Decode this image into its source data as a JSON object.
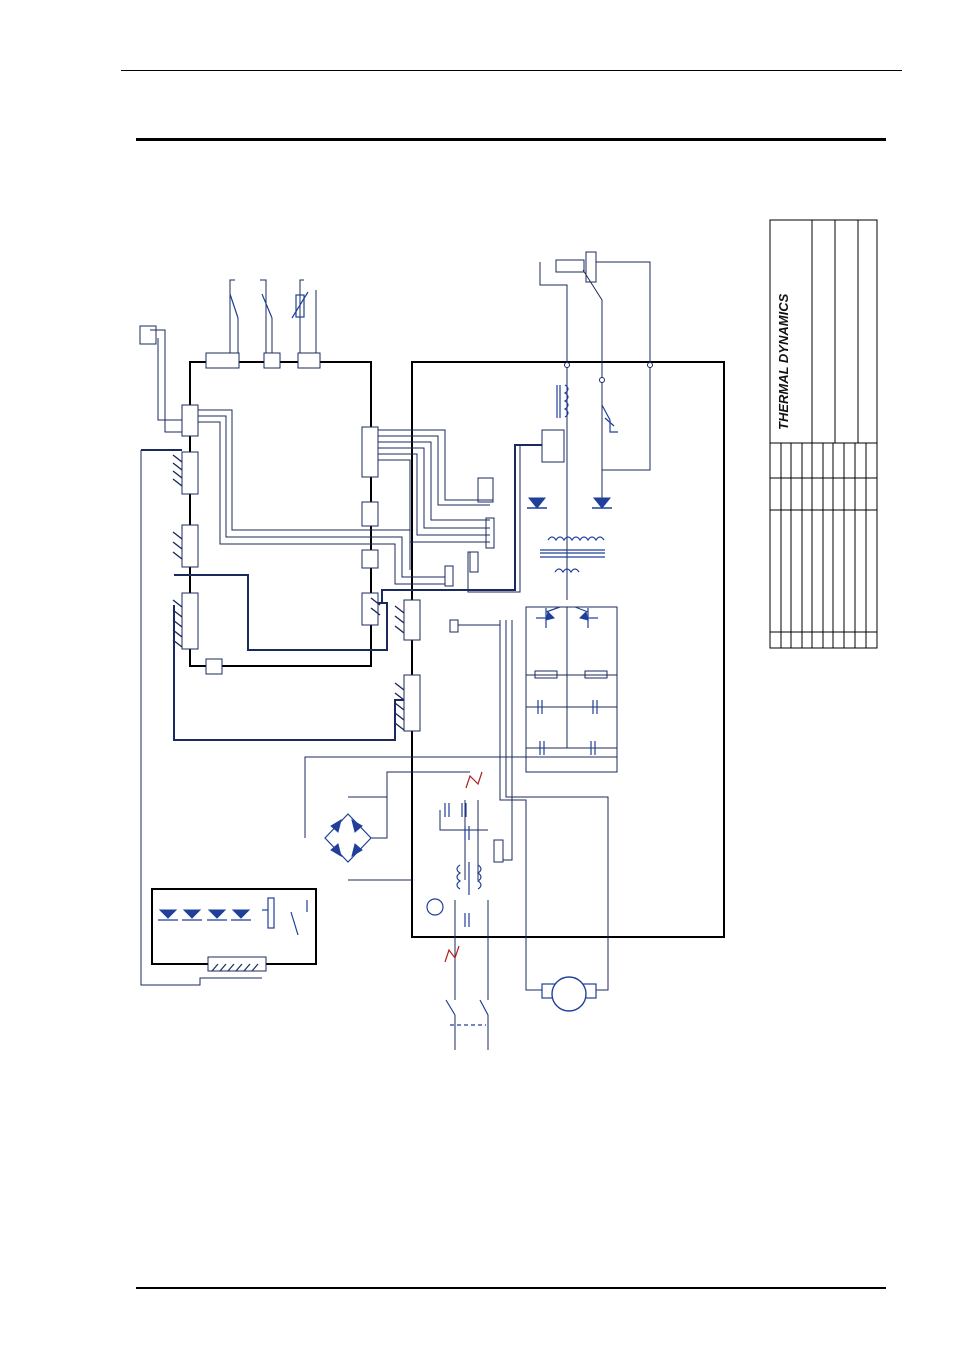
{
  "brand": {
    "logo_text": "THERMAL DYNAMICS"
  },
  "colors": {
    "wire": "#1a2a5c",
    "component": "#1f3f9a",
    "board": "#000000",
    "accent": "#b02020"
  },
  "components": {
    "leds": 4,
    "bridge_diodes": 4,
    "rectifier_diodes": 2,
    "transistors": 2
  }
}
